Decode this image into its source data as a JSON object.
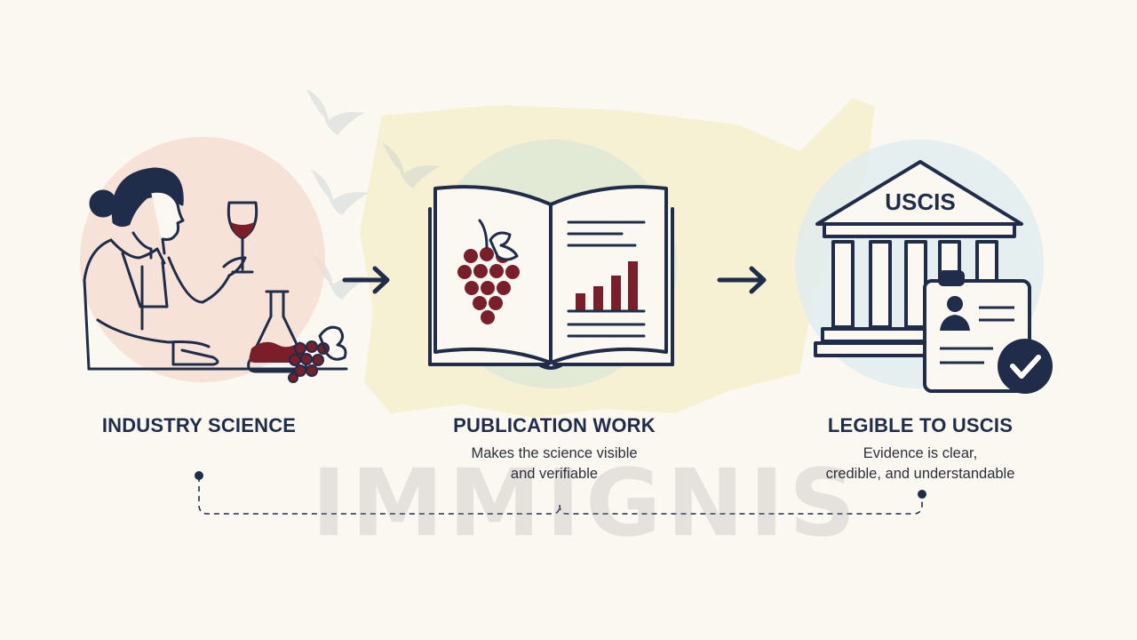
{
  "steps": [
    {
      "title": "INDUSTRY SCIENCE",
      "lines": []
    },
    {
      "title": "PUBLICATION WORK",
      "lines": [
        "Makes the science visible",
        "and verifiable"
      ]
    },
    {
      "title": "LEGIBLE TO USCIS",
      "lines": [
        "Evidence is clear,",
        "credible, and understandable"
      ]
    }
  ],
  "building_sign": "USCIS",
  "watermark": "IMMIGNIS",
  "colors": {
    "navy": "#1f2d4a",
    "wine": "#7a1f2a",
    "peach": "#f5dcd0",
    "mint": "#dde9df",
    "sky": "#e1edf0",
    "map": "#f6efc9"
  }
}
